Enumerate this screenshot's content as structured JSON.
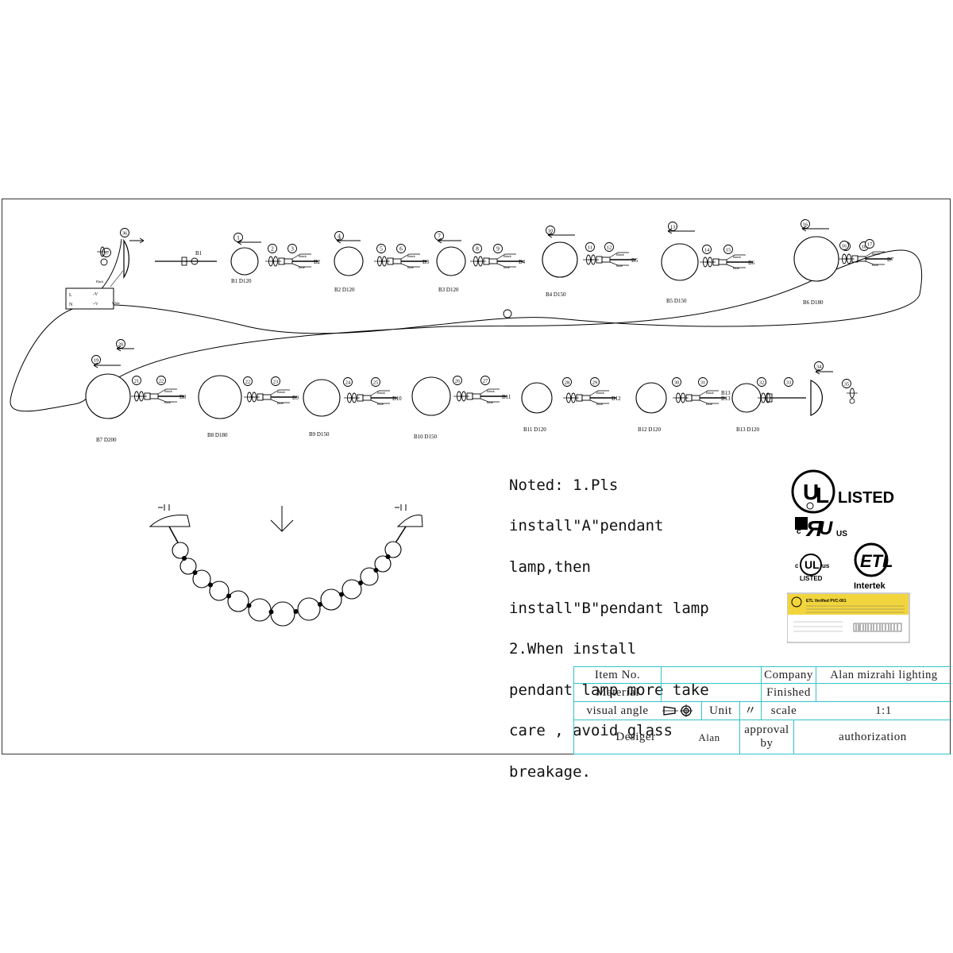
{
  "lamps": [
    {
      "id": "B1",
      "label": "B1 D120",
      "size": 120
    },
    {
      "id": "B2",
      "label": "B2 D120",
      "size": 120
    },
    {
      "id": "B3",
      "label": "B3 D120",
      "size": 120
    },
    {
      "id": "B4",
      "label": "B4 D150",
      "size": 150
    },
    {
      "id": "B5",
      "label": "B5 D150",
      "size": 150
    },
    {
      "id": "B6",
      "label": "B6 D180",
      "size": 180
    },
    {
      "id": "B7",
      "label": "B7 D200",
      "size": 200
    },
    {
      "id": "B8",
      "label": "B8 D180",
      "size": 180
    },
    {
      "id": "B9",
      "label": "B9 D150",
      "size": 150
    },
    {
      "id": "B10",
      "label": "B10 D150",
      "size": 150
    },
    {
      "id": "B11",
      "label": "B11 D120",
      "size": 120
    },
    {
      "id": "B12",
      "label": "B12 D120",
      "size": 120
    },
    {
      "id": "B13",
      "label": "B13 D120",
      "size": 120
    }
  ],
  "connectors": [
    "B1",
    "B2",
    "B3",
    "B4",
    "B5",
    "B6",
    "B7",
    "B8",
    "B9",
    "B10",
    "B11",
    "B12",
    "B13"
  ],
  "step_numbers": [
    "1",
    "2",
    "3",
    "4",
    "5",
    "6",
    "7",
    "8",
    "9",
    "10",
    "11",
    "12",
    "13",
    "14",
    "15",
    "16",
    "17",
    "18",
    "19",
    "20",
    "21",
    "22",
    "23",
    "24",
    "25",
    "26",
    "27",
    "28",
    "29",
    "30",
    "31",
    "32",
    "33",
    "34",
    "35",
    "36",
    "37"
  ],
  "wire_labels": {
    "black": "Black",
    "blue": "Blue",
    "brown": "Brown",
    "white": "White"
  },
  "driver": {
    "l": "L",
    "n": "N",
    "v_minus": "-V",
    "v_plus": "+V"
  },
  "note": {
    "line1": "Noted: 1.Pls",
    "line2": "install\"A\"pendant",
    "line3": "lamp,then",
    "line4": "install\"B\"pendant lamp",
    "line5": "2.When install",
    "line6": "pendant lamp more take",
    "line7": "care , avoid glass",
    "line8": "breakage."
  },
  "certifications": {
    "ul_listed": "LISTED",
    "ul_us": "US",
    "c_ul_listed": "LISTED",
    "intertek": "Intertek",
    "etl_label_title": "ETL Verified PVC-001"
  },
  "title_block": {
    "item_no": "Item No.",
    "material": "Material",
    "visual_angle": "visual angle",
    "unit": "Unit",
    "unit_value": "〃",
    "scale": "scale",
    "scale_value": "1:1",
    "company": "Company",
    "company_value": "Alan mizrahi lighting",
    "finished": "Finished",
    "designer": "Desiger",
    "designer_value": "Alan",
    "approval": "approval\nby",
    "authorization": "authorization"
  }
}
